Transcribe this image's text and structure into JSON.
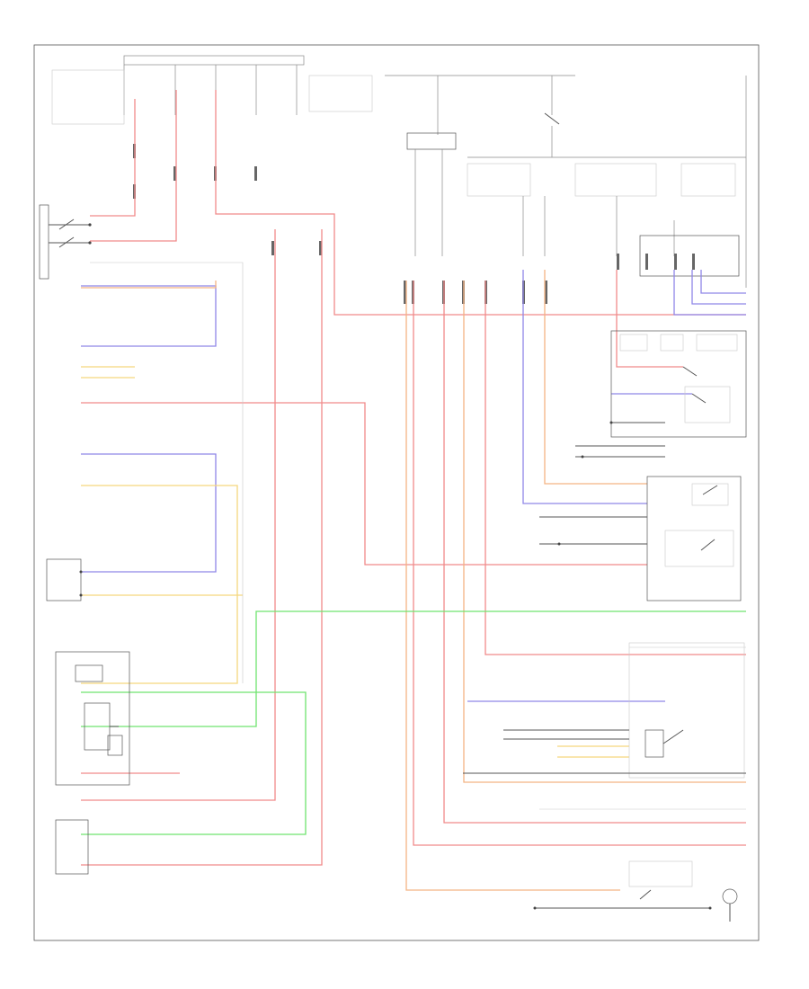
{
  "diagram": {
    "footer_code": "",
    "colors": {
      "red": "#f08a8a",
      "blue": "#8f86e8",
      "yellow": "#f5d77e",
      "orange": "#f3b484",
      "green": "#6fe36f",
      "frame": "#555555"
    },
    "components": [
      {
        "id": "stop-lamp-switch",
        "icon": "switch-icon"
      },
      {
        "id": "stop-lamp-relay",
        "icon": "relay-icon"
      },
      {
        "id": "smart-key-module",
        "icon": "module-icon"
      },
      {
        "id": "electronic-steering-lock",
        "icon": "module-icon"
      },
      {
        "id": "ignition-switch-module",
        "icon": "switch-icon"
      },
      {
        "id": "fuse-relay-box",
        "icon": "fuse-icon"
      },
      {
        "id": "transaxle-range-switch",
        "icon": "switch-icon"
      },
      {
        "id": "starter",
        "icon": "motor-icon"
      }
    ]
  }
}
